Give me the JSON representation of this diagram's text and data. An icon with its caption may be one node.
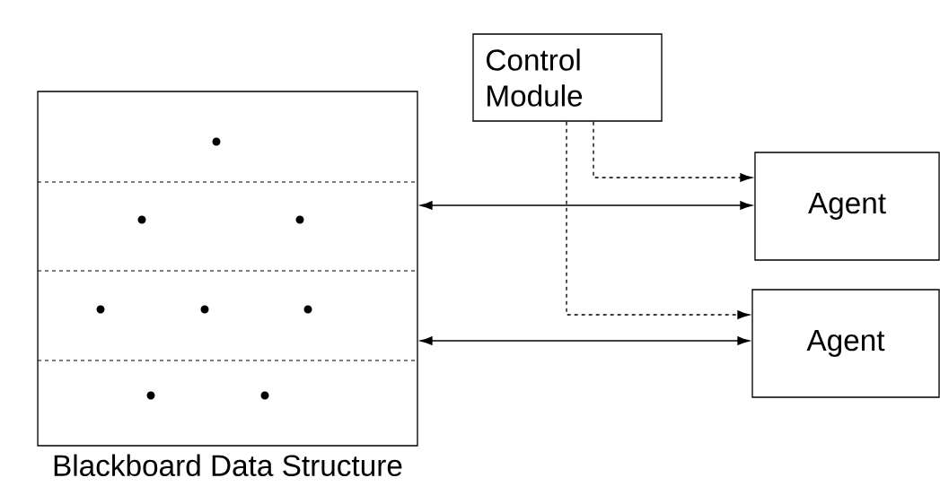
{
  "diagram": {
    "nodes": [
      {
        "text": [
          "Blackboard Data Structure"
        ]
      },
      {
        "text": [
          "Control Module"
        ]
      },
      {
        "text": [
          "Agent"
        ]
      },
      {
        "text": [
          "Agent"
        ]
      }
    ],
    "edges": [
      {
        "from": 0,
        "to": 2,
        "arrow": "both"
      },
      {
        "from": 0,
        "to": 3,
        "arrow": "both"
      },
      {
        "from": 1,
        "to": 2,
        "arrow": "to",
        "style": "dashed"
      },
      {
        "from": 1,
        "to": 3,
        "arrow": "to",
        "style": "dashed"
      }
    ]
  }
}
